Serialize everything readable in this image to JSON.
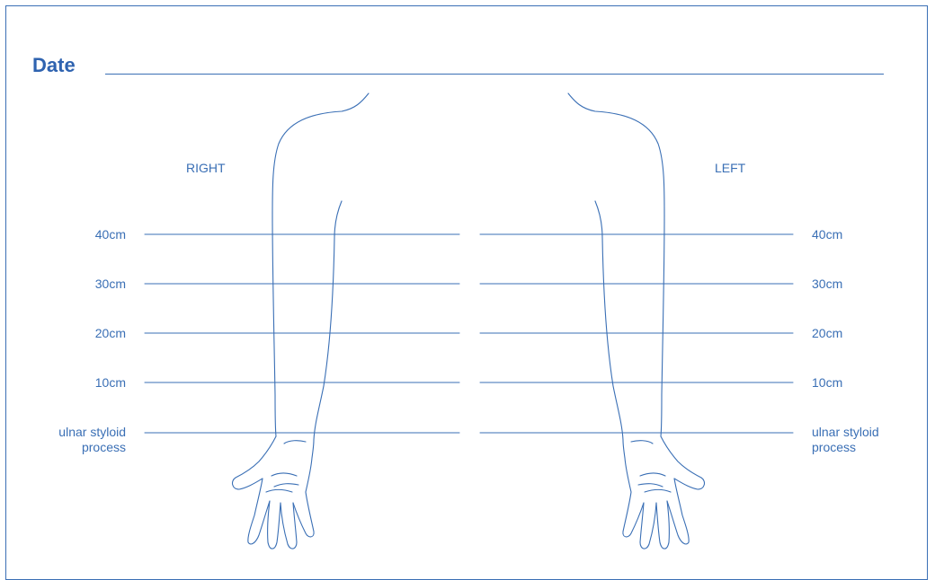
{
  "header": {
    "date_label": "Date"
  },
  "sides": {
    "right_label": "RIGHT",
    "left_label": "LEFT"
  },
  "levels": [
    {
      "line1": "40cm",
      "line2": ""
    },
    {
      "line1": "30cm",
      "line2": ""
    },
    {
      "line1": "20cm",
      "line2": ""
    },
    {
      "line1": "10cm",
      "line2": ""
    },
    {
      "line1": "ulnar styloid",
      "line2": "process"
    }
  ],
  "colors": {
    "ink": "#3a6fb5",
    "title": "#2f63b0"
  }
}
